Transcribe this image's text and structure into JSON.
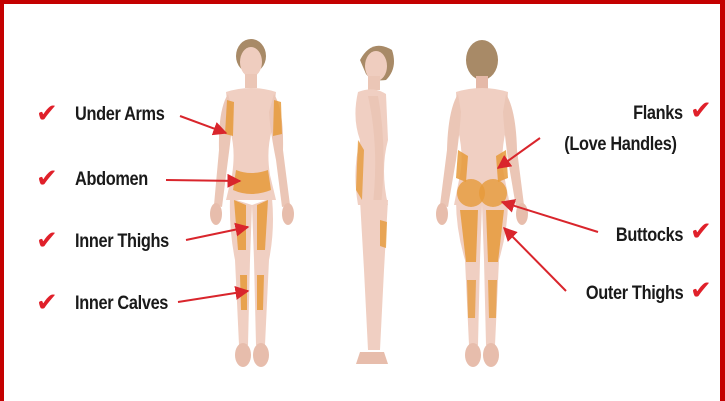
{
  "colors": {
    "border": "#c40000",
    "check": "#e0202a",
    "arrow": "#d9252c",
    "skin": "#f0cfc2",
    "highlight": "#e69a3a"
  },
  "icons": {
    "check": "check-mark-icon"
  },
  "labels": {
    "under_arms": "Under Arms",
    "abdomen": "Abdomen",
    "inner_thighs": "Inner Thighs",
    "inner_calves": "Inner Calves",
    "flanks": "Flanks",
    "love_handles": "(Love Handles)",
    "buttocks": "Buttocks",
    "outer_thighs": "Outer Thighs"
  }
}
